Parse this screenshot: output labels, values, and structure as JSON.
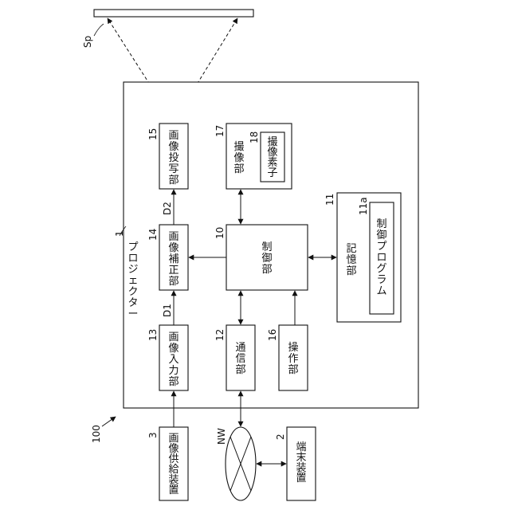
{
  "system_ref": "100",
  "screen": {
    "label": "Sp"
  },
  "projector": {
    "ref": "1",
    "label": "プロジェクター"
  },
  "network": {
    "label": "NW"
  },
  "blocks": {
    "image_input": {
      "ref": "13",
      "label": "画像入力部"
    },
    "image_correction": {
      "ref": "14",
      "label": "画像補正部"
    },
    "image_projection": {
      "ref": "15",
      "label": "画像投写部"
    },
    "communication": {
      "ref": "12",
      "label": "通信部"
    },
    "control": {
      "ref": "10",
      "label": "制御部"
    },
    "imaging": {
      "ref": "17",
      "label": "撮像部"
    },
    "imaging_element": {
      "ref": "18",
      "label": "撮像素子"
    },
    "operation": {
      "ref": "16",
      "label": "操作部"
    },
    "storage": {
      "ref": "11",
      "label": "記憶部"
    },
    "control_program": {
      "ref": "11a",
      "label": "制御プログラム"
    },
    "image_supply_device": {
      "ref": "3",
      "label": "画像供給装置"
    },
    "terminal_device": {
      "ref": "2",
      "label": "端末装置"
    }
  },
  "signals": {
    "d1": "D1",
    "d2": "D2"
  }
}
